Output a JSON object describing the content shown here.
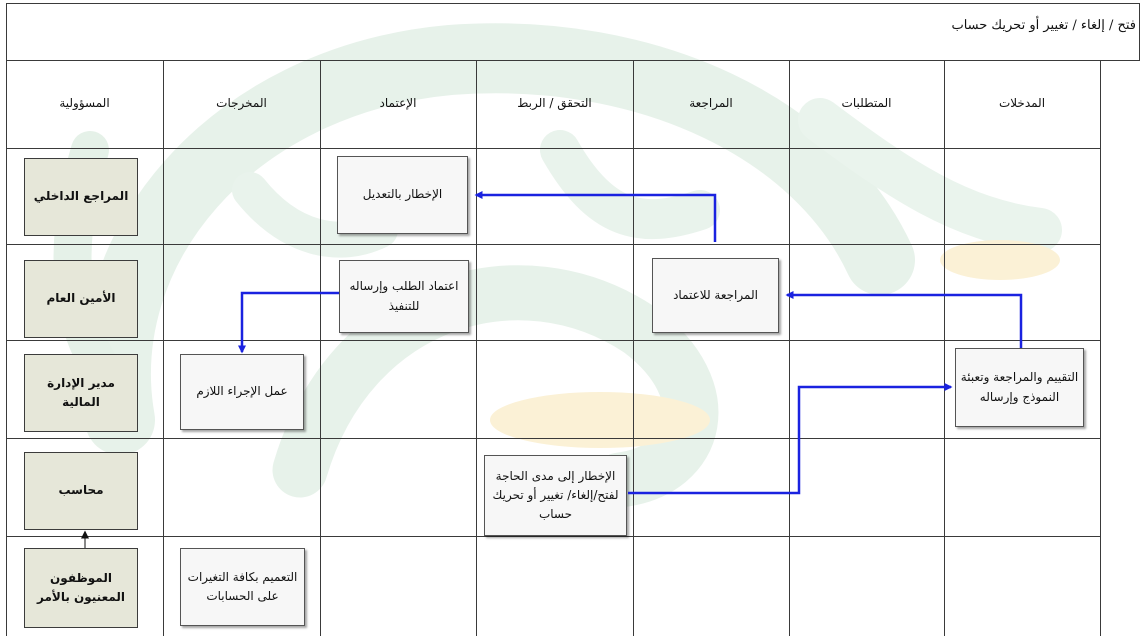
{
  "title": "فتح / إلغاء / تغيير أو تحريك حساب",
  "headers": {
    "inputs": "المدخلات",
    "requirements": "المتطلبات",
    "review": "المراجعة",
    "verify": "التحقق / الربط",
    "approval": "الإعتماد",
    "outputs": "المخرجات",
    "responsibility": "المسؤولية"
  },
  "roles": [
    "المراجع الداخلي",
    "الأمين العام",
    "مدير الإدارة المالية",
    "محاسب",
    "الموظفون المعنيون بالأمر"
  ],
  "boxes": {
    "notify_amendment": "الإخطار بالتعديل",
    "approve_send": "اعتماد الطلب وإرساله للتنفيذ",
    "review_for_approval": "المراجعة للاعتماد",
    "necessary_action": "عمل الإجراء اللازم",
    "evaluate_review": "التقييم والمراجعة وتعبئة النموذج وإرساله",
    "notify_need": "الإخطار إلى مدى الحاجة لفتح/إلغاء/ تغيير أو تحريك حساب",
    "circulate_changes": "التعميم بكافة التغيرات على الحسابات"
  },
  "colors": {
    "connector": "#1a22e0",
    "role_fill": "#e6e7d9",
    "box_fill": "#f7f7f7"
  }
}
